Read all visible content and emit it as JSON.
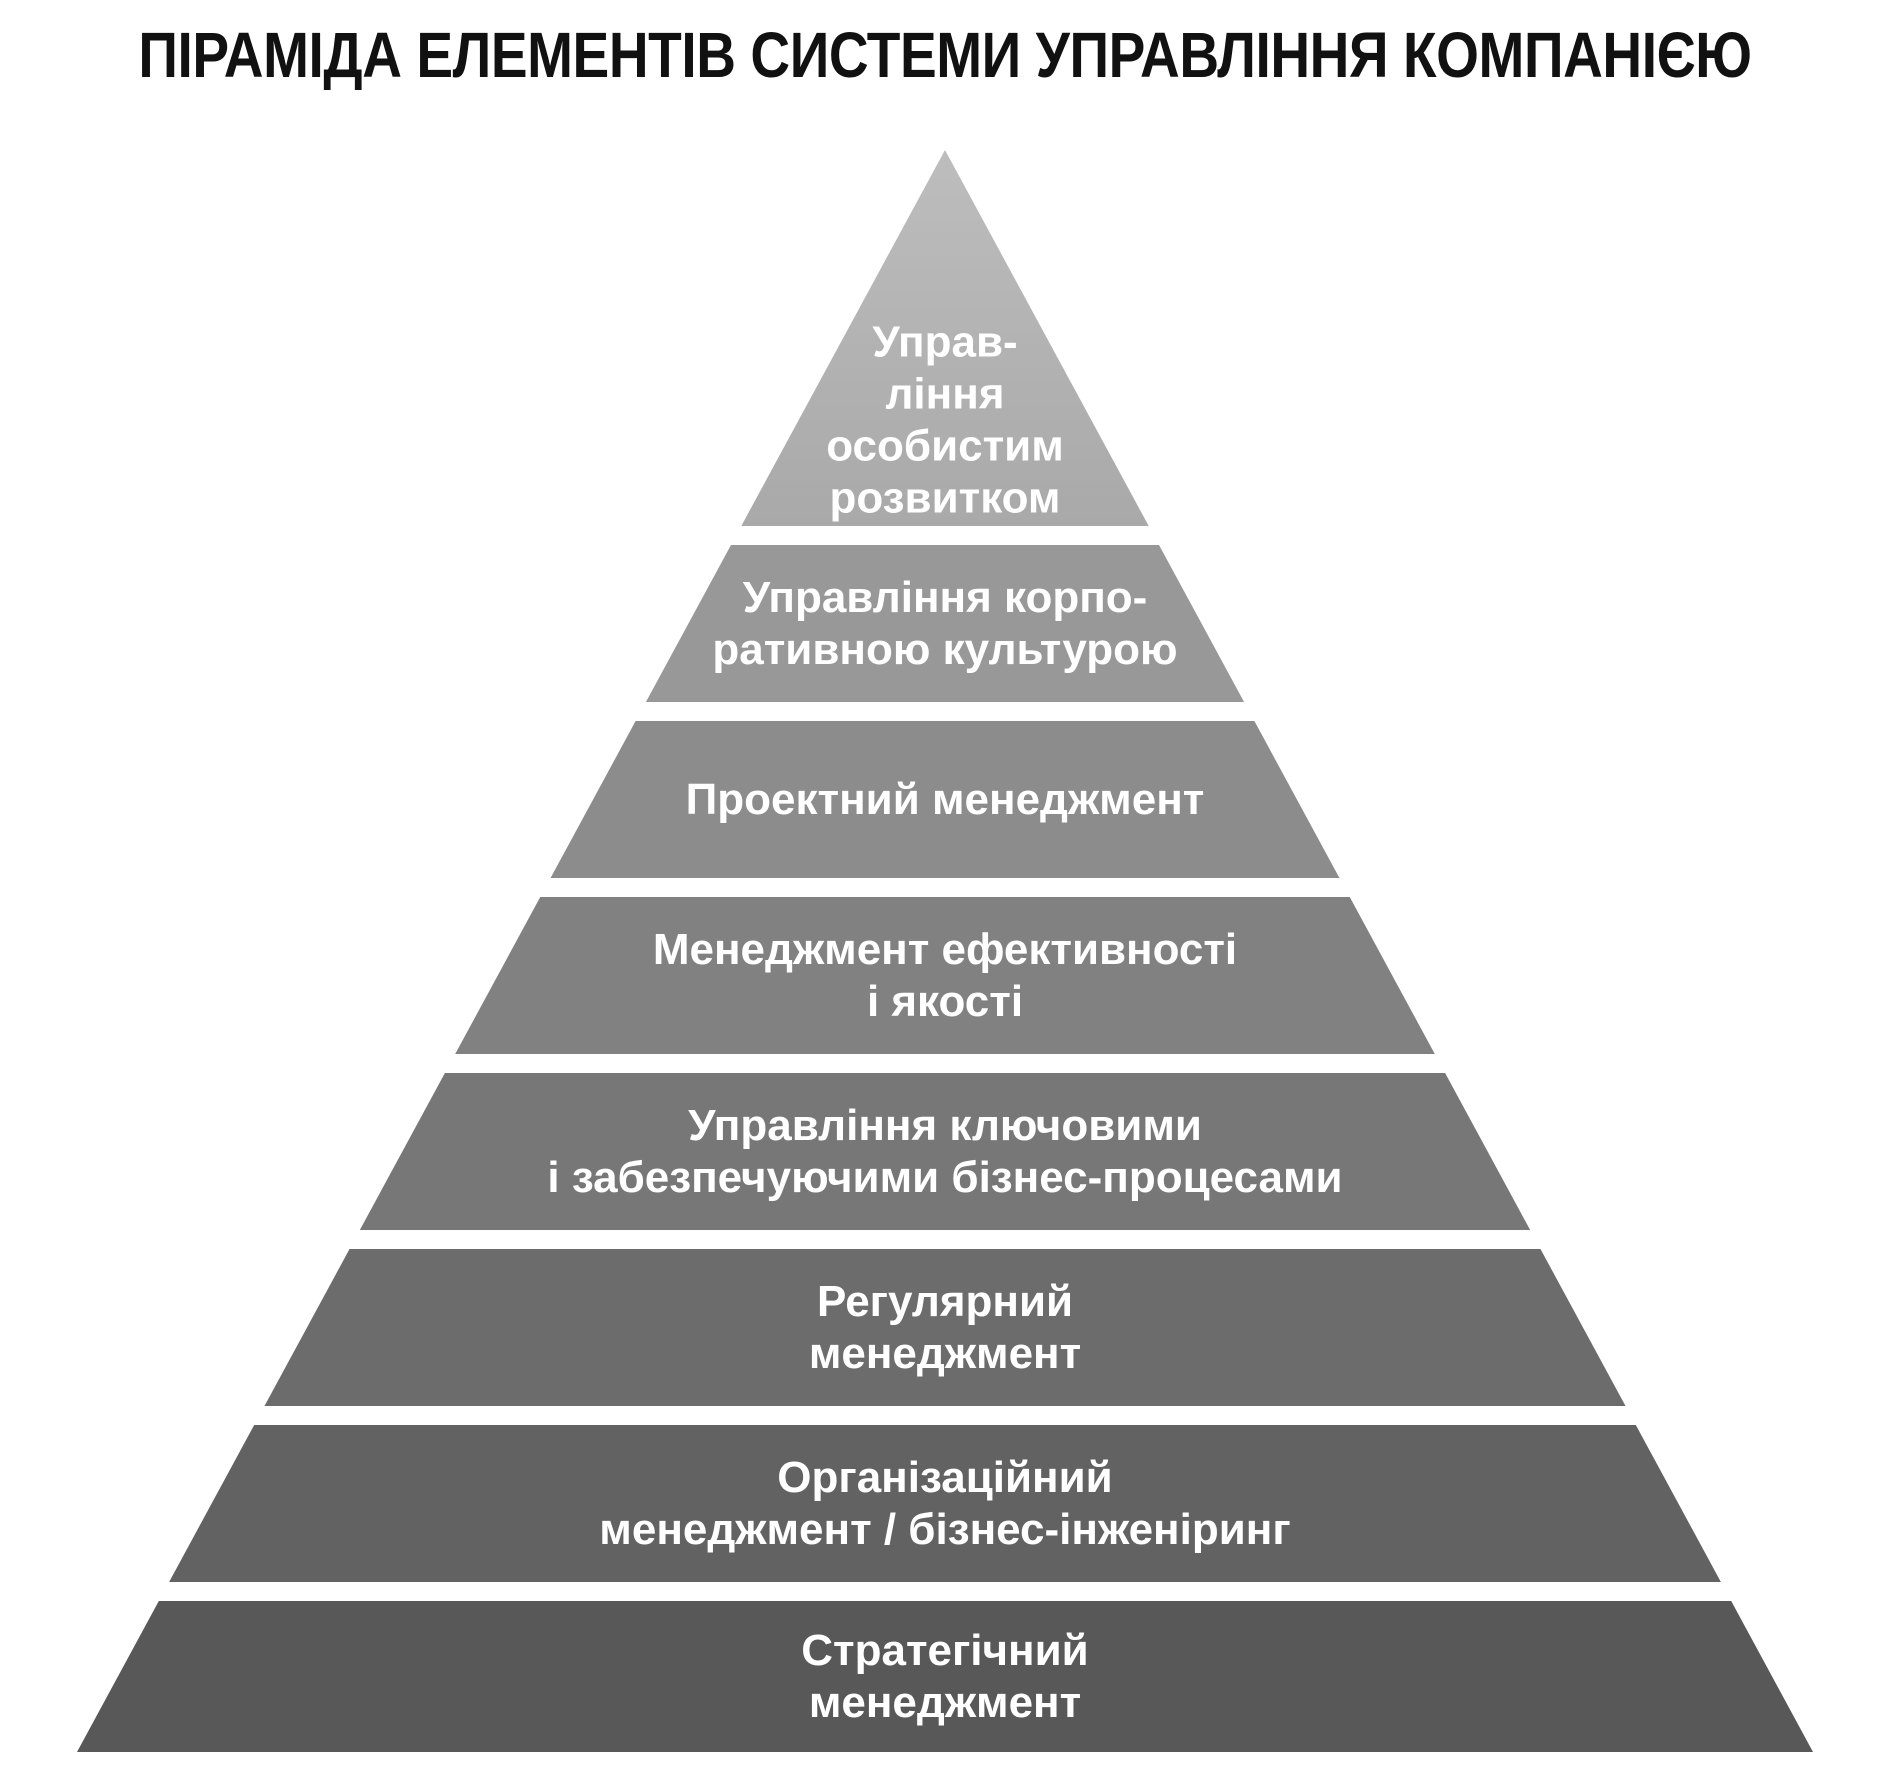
{
  "title": "ПІРАМІДА ЕЛЕМЕНТІВ СИСТЕМИ УПРАВЛІННЯ КОМПАНІЄЮ",
  "tiers": [
    {
      "lines": [
        "Управ-",
        "ління",
        "особистим",
        "розвитком"
      ],
      "color": "#a9a9a9"
    },
    {
      "lines": [
        "Управління корпо-",
        "ративною культурою"
      ],
      "color": "#989898"
    },
    {
      "lines": [
        "Проектний менеджмент"
      ],
      "color": "#8c8c8c"
    },
    {
      "lines": [
        "Менеджмент ефективності",
        "і якості"
      ],
      "color": "#818181"
    },
    {
      "lines": [
        "Управління ключовими",
        "і забезпечуючими бізнес-процесами"
      ],
      "color": "#777777"
    },
    {
      "lines": [
        "Регулярний",
        "менеджмент"
      ],
      "color": "#6c6c6c"
    },
    {
      "lines": [
        "Організаційний",
        "менеджмент / бізнес-інженіринг"
      ],
      "color": "#626262"
    },
    {
      "lines": [
        "Стратегічний",
        "менеджмент"
      ],
      "color": "#585858"
    }
  ]
}
